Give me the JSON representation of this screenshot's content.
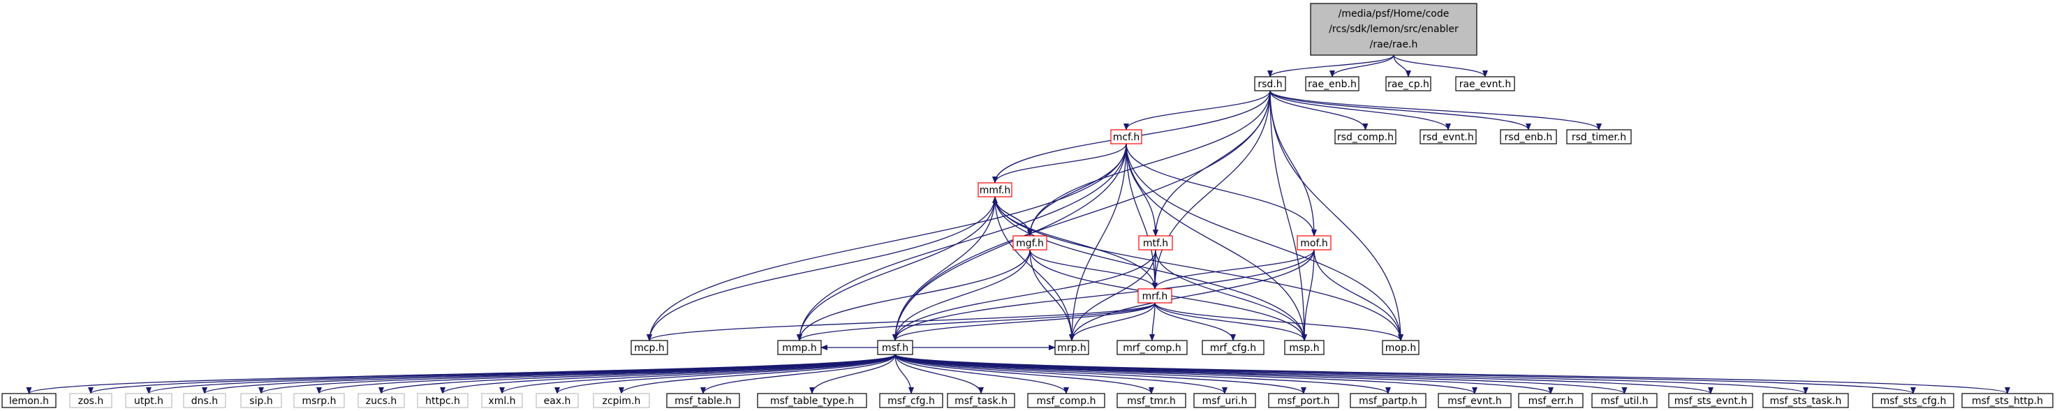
{
  "colors": {
    "edge": "#191970",
    "root_fill": "#bfbfbf",
    "root_border": "#000000",
    "normal_border": "#000000",
    "truncated_border": "#ff0000",
    "external_border": "#bfbfbf",
    "text": "#000000"
  },
  "root_lines": [
    "/media/psf/Home/code",
    "/rcs/sdk/lemon/src/enabler",
    "/rae/rae.h"
  ],
  "nodes": [
    {
      "id": "root",
      "label": "/media/psf/Home/code /rcs/sdk/lemon/src/enabler /rae/rae.h",
      "kind": "root"
    },
    {
      "id": "rsd",
      "label": "rsd.h",
      "kind": "normal"
    },
    {
      "id": "rae_enb",
      "label": "rae_enb.h",
      "kind": "normal"
    },
    {
      "id": "rae_cp",
      "label": "rae_cp.h",
      "kind": "normal"
    },
    {
      "id": "rae_evnt",
      "label": "rae_evnt.h",
      "kind": "normal"
    },
    {
      "id": "mcf",
      "label": "mcf.h",
      "kind": "truncated"
    },
    {
      "id": "rsd_comp",
      "label": "rsd_comp.h",
      "kind": "normal"
    },
    {
      "id": "rsd_evnt",
      "label": "rsd_evnt.h",
      "kind": "normal"
    },
    {
      "id": "rsd_enb",
      "label": "rsd_enb.h",
      "kind": "normal"
    },
    {
      "id": "rsd_timer",
      "label": "rsd_timer.h",
      "kind": "normal"
    },
    {
      "id": "mmf",
      "label": "mmf.h",
      "kind": "truncated"
    },
    {
      "id": "mgf",
      "label": "mgf.h",
      "kind": "truncated"
    },
    {
      "id": "mtf",
      "label": "mtf.h",
      "kind": "truncated"
    },
    {
      "id": "mof",
      "label": "mof.h",
      "kind": "truncated"
    },
    {
      "id": "mrf",
      "label": "mrf.h",
      "kind": "truncated"
    },
    {
      "id": "mcp",
      "label": "mcp.h",
      "kind": "normal"
    },
    {
      "id": "mmp",
      "label": "mmp.h",
      "kind": "normal"
    },
    {
      "id": "msf",
      "label": "msf.h",
      "kind": "normal"
    },
    {
      "id": "mrp",
      "label": "mrp.h",
      "kind": "normal"
    },
    {
      "id": "mrf_comp",
      "label": "mrf_comp.h",
      "kind": "normal"
    },
    {
      "id": "mrf_cfg",
      "label": "mrf_cfg.h",
      "kind": "normal"
    },
    {
      "id": "msp",
      "label": "msp.h",
      "kind": "normal"
    },
    {
      "id": "mop",
      "label": "mop.h",
      "kind": "normal"
    },
    {
      "id": "lemon",
      "label": "lemon.h",
      "kind": "normal"
    },
    {
      "id": "zos",
      "label": "zos.h",
      "kind": "external"
    },
    {
      "id": "utpt",
      "label": "utpt.h",
      "kind": "external"
    },
    {
      "id": "dns",
      "label": "dns.h",
      "kind": "external"
    },
    {
      "id": "sip",
      "label": "sip.h",
      "kind": "external"
    },
    {
      "id": "msrp",
      "label": "msrp.h",
      "kind": "external"
    },
    {
      "id": "zucs",
      "label": "zucs.h",
      "kind": "external"
    },
    {
      "id": "httpc",
      "label": "httpc.h",
      "kind": "external"
    },
    {
      "id": "xml",
      "label": "xml.h",
      "kind": "external"
    },
    {
      "id": "eax",
      "label": "eax.h",
      "kind": "external"
    },
    {
      "id": "zcpim",
      "label": "zcpim.h",
      "kind": "external"
    },
    {
      "id": "msf_table",
      "label": "msf_table.h",
      "kind": "normal"
    },
    {
      "id": "msf_table_type",
      "label": "msf_table_type.h",
      "kind": "normal"
    },
    {
      "id": "msf_cfg",
      "label": "msf_cfg.h",
      "kind": "normal"
    },
    {
      "id": "msf_task",
      "label": "msf_task.h",
      "kind": "normal"
    },
    {
      "id": "msf_comp",
      "label": "msf_comp.h",
      "kind": "normal"
    },
    {
      "id": "msf_tmr",
      "label": "msf_tmr.h",
      "kind": "normal"
    },
    {
      "id": "msf_uri",
      "label": "msf_uri.h",
      "kind": "normal"
    },
    {
      "id": "msf_port",
      "label": "msf_port.h",
      "kind": "normal"
    },
    {
      "id": "msf_partp",
      "label": "msf_partp.h",
      "kind": "normal"
    },
    {
      "id": "msf_evnt",
      "label": "msf_evnt.h",
      "kind": "normal"
    },
    {
      "id": "msf_err",
      "label": "msf_err.h",
      "kind": "normal"
    },
    {
      "id": "msf_util",
      "label": "msf_util.h",
      "kind": "normal"
    },
    {
      "id": "msf_sts_evnt",
      "label": "msf_sts_evnt.h",
      "kind": "normal"
    },
    {
      "id": "msf_sts_task",
      "label": "msf_sts_task.h",
      "kind": "normal"
    },
    {
      "id": "msf_sts_cfg",
      "label": "msf_sts_cfg.h",
      "kind": "normal"
    },
    {
      "id": "msf_sts_http",
      "label": "msf_sts_http.h",
      "kind": "normal"
    }
  ],
  "edges": [
    [
      "root",
      "rsd"
    ],
    [
      "root",
      "rae_enb"
    ],
    [
      "root",
      "rae_cp"
    ],
    [
      "root",
      "rae_evnt"
    ],
    [
      "rsd",
      "mcf"
    ],
    [
      "rsd",
      "rsd_comp"
    ],
    [
      "rsd",
      "rsd_evnt"
    ],
    [
      "rsd",
      "rsd_enb"
    ],
    [
      "rsd",
      "rsd_timer"
    ],
    [
      "rsd",
      "mmf"
    ],
    [
      "rsd",
      "mgf"
    ],
    [
      "rsd",
      "mtf"
    ],
    [
      "rsd",
      "mof"
    ],
    [
      "rsd",
      "mrf"
    ],
    [
      "rsd",
      "msf"
    ],
    [
      "rsd",
      "msp"
    ],
    [
      "rsd",
      "mop"
    ],
    [
      "mcf",
      "mmf"
    ],
    [
      "mcf",
      "mgf"
    ],
    [
      "mcf",
      "mtf"
    ],
    [
      "mcf",
      "mof"
    ],
    [
      "mcf",
      "mrf"
    ],
    [
      "mcf",
      "mcp"
    ],
    [
      "mcf",
      "mmp"
    ],
    [
      "mcf",
      "msf"
    ],
    [
      "mcf",
      "mrp"
    ],
    [
      "mcf",
      "msp"
    ],
    [
      "mcf",
      "mop"
    ],
    [
      "mmf",
      "mgf"
    ],
    [
      "mmf",
      "mrf"
    ],
    [
      "mmf",
      "mcp"
    ],
    [
      "mmf",
      "mmp"
    ],
    [
      "mmf",
      "msf"
    ],
    [
      "mmf",
      "mrp"
    ],
    [
      "mmf",
      "msp"
    ],
    [
      "mmf",
      "mop"
    ],
    [
      "mgf",
      "mmf"
    ],
    [
      "mgf",
      "mrf"
    ],
    [
      "mgf",
      "mmp"
    ],
    [
      "mgf",
      "msf"
    ],
    [
      "mgf",
      "mrp"
    ],
    [
      "mgf",
      "msp"
    ],
    [
      "mtf",
      "mrf"
    ],
    [
      "mtf",
      "msf"
    ],
    [
      "mtf",
      "mrp"
    ],
    [
      "mtf",
      "msp"
    ],
    [
      "mof",
      "mrf"
    ],
    [
      "mof",
      "msf"
    ],
    [
      "mof",
      "mrp"
    ],
    [
      "mof",
      "msp"
    ],
    [
      "mof",
      "mop"
    ],
    [
      "mrf",
      "mcp"
    ],
    [
      "mrf",
      "mmp"
    ],
    [
      "mrf",
      "msf"
    ],
    [
      "mrf",
      "mrp"
    ],
    [
      "mrf",
      "mrf_comp"
    ],
    [
      "mrf",
      "mrf_cfg"
    ],
    [
      "mrf",
      "msp"
    ],
    [
      "mrf",
      "mop"
    ],
    [
      "msf",
      "lemon"
    ],
    [
      "msf",
      "zos"
    ],
    [
      "msf",
      "utpt"
    ],
    [
      "msf",
      "dns"
    ],
    [
      "msf",
      "sip"
    ],
    [
      "msf",
      "msrp"
    ],
    [
      "msf",
      "zucs"
    ],
    [
      "msf",
      "httpc"
    ],
    [
      "msf",
      "xml"
    ],
    [
      "msf",
      "eax"
    ],
    [
      "msf",
      "zcpim"
    ],
    [
      "msf",
      "msf_table"
    ],
    [
      "msf",
      "msf_table_type"
    ],
    [
      "msf",
      "msf_cfg"
    ],
    [
      "msf",
      "msf_task"
    ],
    [
      "msf",
      "msf_comp"
    ],
    [
      "msf",
      "msf_tmr"
    ],
    [
      "msf",
      "msf_uri"
    ],
    [
      "msf",
      "msf_port"
    ],
    [
      "msf",
      "msf_partp"
    ],
    [
      "msf",
      "msf_evnt"
    ],
    [
      "msf",
      "msf_err"
    ],
    [
      "msf",
      "msf_util"
    ],
    [
      "msf",
      "msf_sts_evnt"
    ],
    [
      "msf",
      "msf_sts_task"
    ],
    [
      "msf",
      "msf_sts_cfg"
    ],
    [
      "msf",
      "msf_sts_http"
    ],
    [
      "msf",
      "mmp"
    ],
    [
      "msf",
      "mrp"
    ]
  ]
}
